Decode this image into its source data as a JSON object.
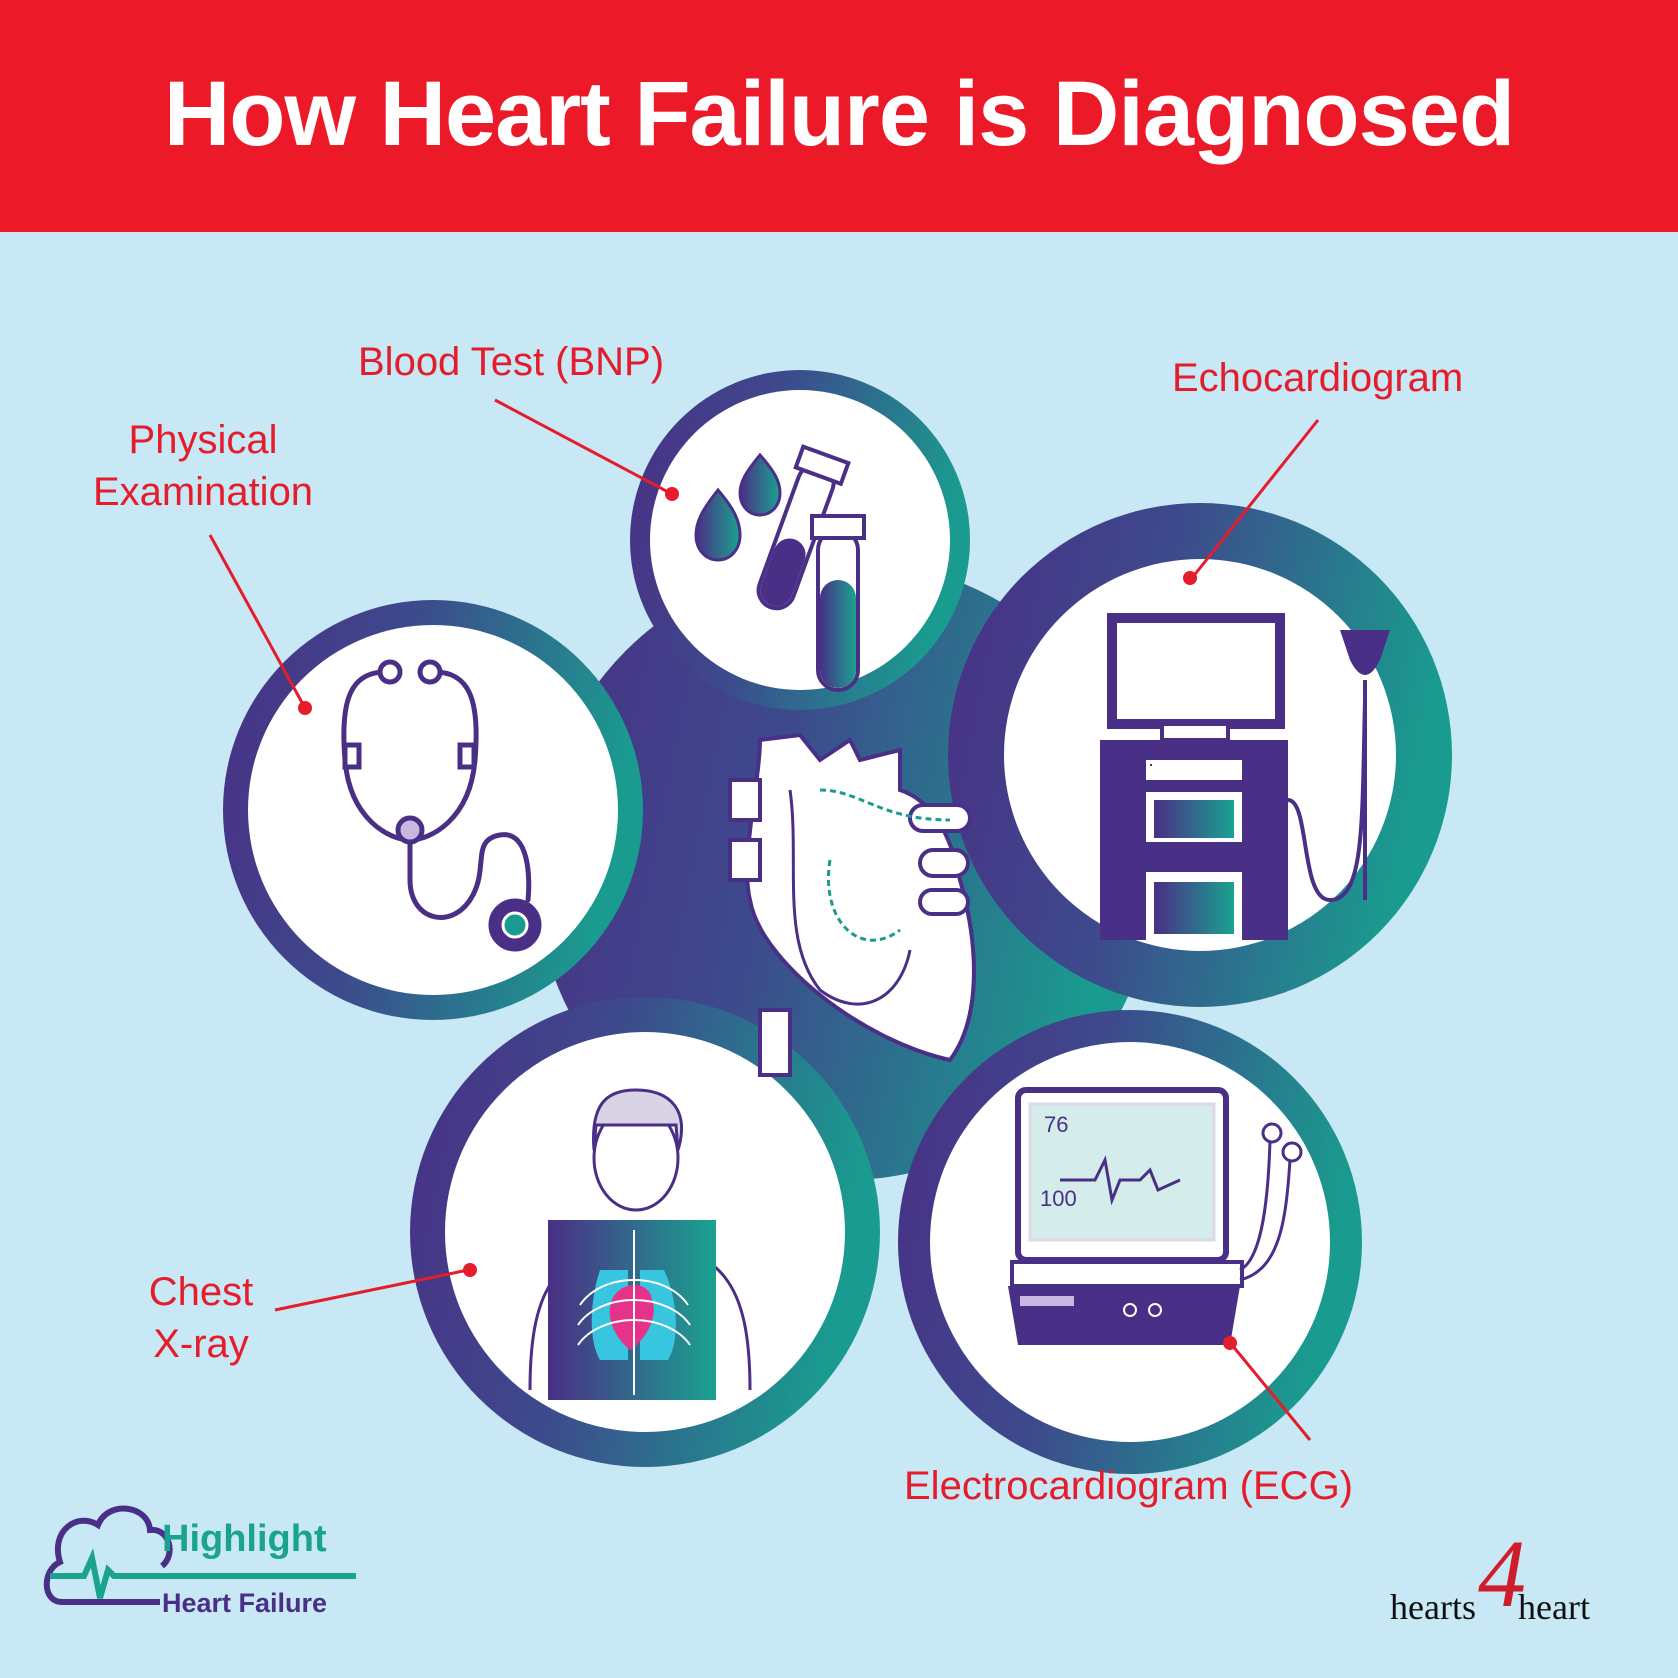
{
  "title": "How Heart Failure is Diagnosed",
  "labels": {
    "physical": [
      "Physical",
      "Examination"
    ],
    "blood": "Blood Test (BNP)",
    "echo": "Echocardiogram",
    "xray": [
      "Chest",
      "X-ray"
    ],
    "ecg": "Electrocardiogram (ECG)"
  },
  "monitor": {
    "heart_rate": "76",
    "spo2": "100"
  },
  "logos": {
    "left": {
      "line1": "Highlight",
      "line2": "Heart Failure"
    },
    "right": {
      "word1": "hearts",
      "numeral": "4",
      "word2": "heart"
    }
  },
  "colors": {
    "banner": "#ec1a29",
    "background": "#c7e8f4",
    "accent_red": "#e41c2b",
    "purple": "#4a2f86",
    "teal": "#1a9b8f"
  },
  "icons": [
    "stethoscope-icon",
    "blood-drops-icon",
    "test-tubes-icon",
    "ultrasound-machine-icon",
    "heart-anatomy-icon",
    "xray-patient-icon",
    "ecg-monitor-icon",
    "cloud-heartbeat-icon"
  ]
}
